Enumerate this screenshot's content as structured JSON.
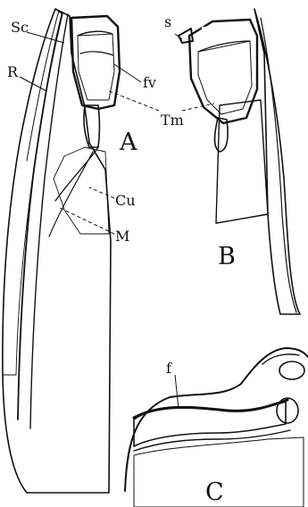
{
  "figure": {
    "panel_labels": {
      "a": "A",
      "b": "B",
      "c": "C"
    },
    "vein_labels": {
      "sc": "Sc",
      "r": "R",
      "fv": "fv",
      "tm": "Tm",
      "cu": "Cu",
      "m": "M",
      "s": "s",
      "f": "f"
    }
  }
}
